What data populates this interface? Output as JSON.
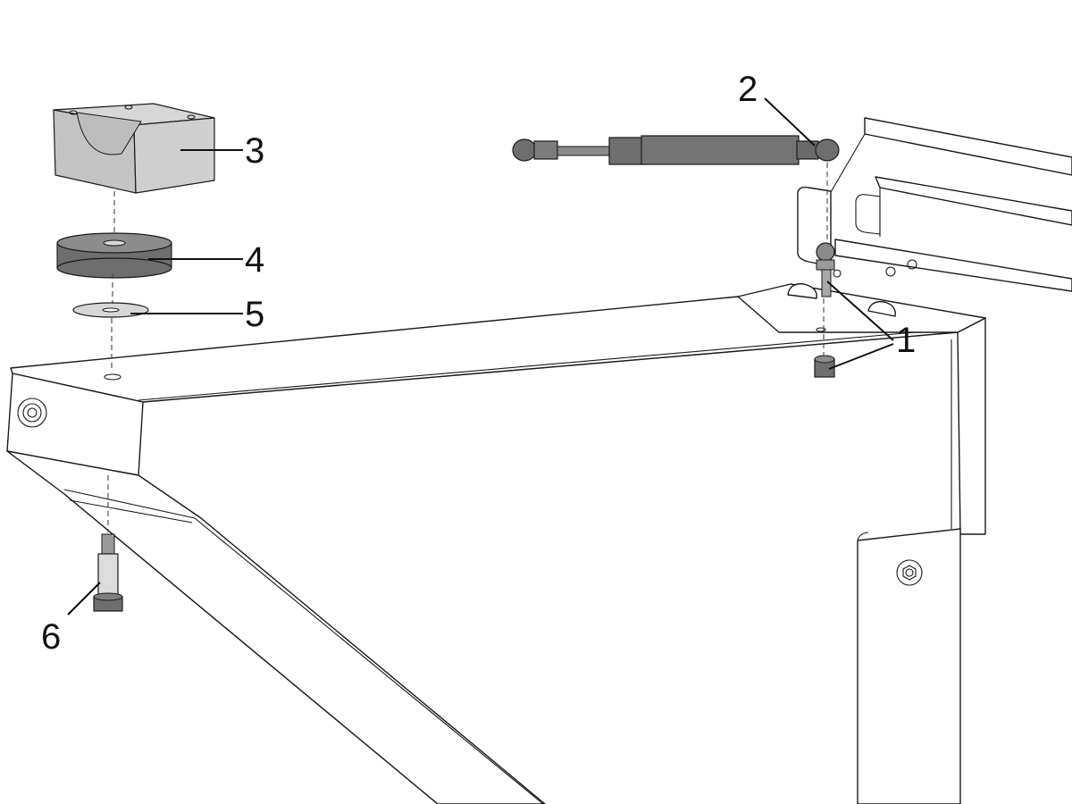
{
  "figure": {
    "colors": {
      "background": "#ffffff",
      "line": "#1a1a1a",
      "block": "#cfcfcf",
      "block_dark": "#b5b5b5",
      "pad": "#7a7a7a",
      "pad_top": "#8c8c8c",
      "washer": "#d7d7d7",
      "metal_dark": "#6e6e6e"
    },
    "callouts": [
      {
        "id": "1",
        "text": "1",
        "part": "ball-stud-and-nut"
      },
      {
        "id": "2",
        "text": "2",
        "part": "gas-spring"
      },
      {
        "id": "3",
        "text": "3",
        "part": "saddle-block"
      },
      {
        "id": "4",
        "text": "4",
        "part": "rubber-pad"
      },
      {
        "id": "5",
        "text": "5",
        "part": "flat-washer"
      },
      {
        "id": "6",
        "text": "6",
        "part": "shoulder-bolt"
      }
    ]
  }
}
